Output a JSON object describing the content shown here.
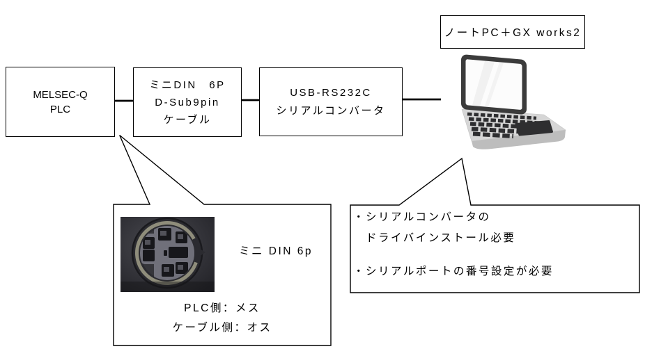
{
  "flow": {
    "plc_box": {
      "lines": [
        "MELSEC-Q",
        "PLC"
      ]
    },
    "cable_box": {
      "lines": [
        "ミニDIN　6P",
        "D-Sub9pin",
        "ケーブル"
      ]
    },
    "converter_box": {
      "lines": [
        "USB-RS232C",
        "シリアルコンバータ"
      ]
    },
    "pc_label": "ノートPC＋GX works2"
  },
  "connector_callout": {
    "photo_caption": "ミニ DIN 6p",
    "plc_side_label": "PLC側：メス",
    "cable_side_label": "ケーブル側：オス"
  },
  "notes_callout": {
    "lines": [
      "・シリアルコンバータの",
      "　ドライバインストール必要",
      "・シリアルポートの番号設定が必要"
    ]
  },
  "icons": {
    "laptop": "laptop-illustration",
    "mini_din_photo": "mini-din-6p-female-connector-photo"
  },
  "colors": {
    "line": "#000000",
    "background": "#ffffff",
    "laptop_body": "#d6d6d6",
    "laptop_dark": "#3b3b3b",
    "laptop_keys": "#2e2e30",
    "photo_ring": "#8f8d7b",
    "photo_insert": "#70707a",
    "photo_background": "#2b2b30"
  }
}
